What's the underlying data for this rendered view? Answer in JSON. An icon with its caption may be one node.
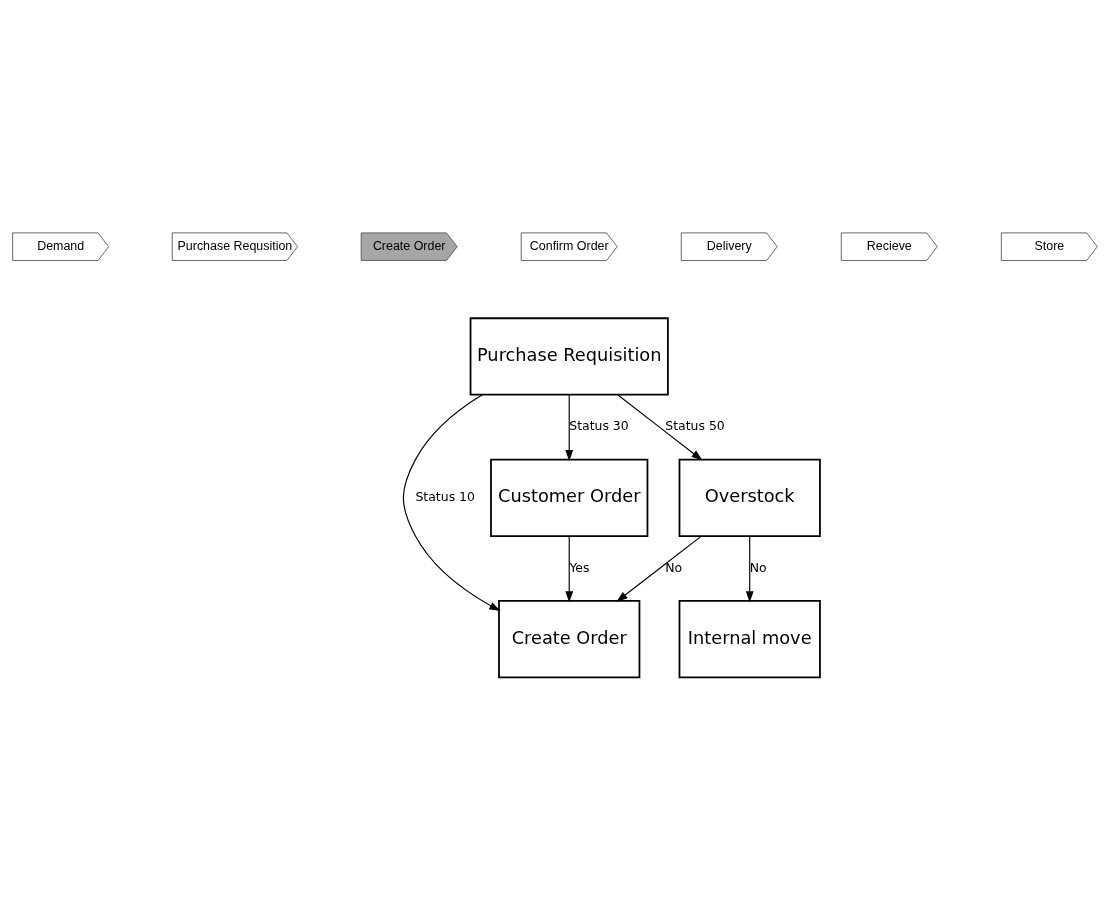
{
  "diagram": {
    "nodes": [
      {
        "text": [
          "Demand"
        ]
      },
      {
        "text": [
          "Purchase Requsition"
        ]
      },
      {
        "text": [
          "Create Order"
        ]
      },
      {
        "text": [
          "Confirm Order"
        ]
      },
      {
        "text": [
          "Delivery"
        ]
      },
      {
        "text": [
          "Recieve"
        ]
      },
      {
        "text": [
          "Store"
        ]
      },
      {
        "text": [
          "Purchase Requisition"
        ]
      },
      {
        "text": [
          "Customer Order"
        ]
      },
      {
        "text": [
          "Overstock"
        ]
      },
      {
        "text": [
          "Create Order"
        ]
      },
      {
        "text": [
          "Internal move"
        ]
      }
    ],
    "edges": [
      {
        "from": 7,
        "to": 10,
        "arrow": "to",
        "label": "Status 10"
      },
      {
        "from": 7,
        "to": 8,
        "arrow": "to",
        "label": "Status 30"
      },
      {
        "from": 7,
        "to": 9,
        "arrow": "to",
        "label": "Status 50"
      },
      {
        "from": 8,
        "to": 10,
        "arrow": "to",
        "label": "Yes"
      },
      {
        "from": 9,
        "to": 10,
        "arrow": "to",
        "label": "No"
      },
      {
        "from": 9,
        "to": 11,
        "arrow": "to",
        "label": "No"
      }
    ]
  }
}
